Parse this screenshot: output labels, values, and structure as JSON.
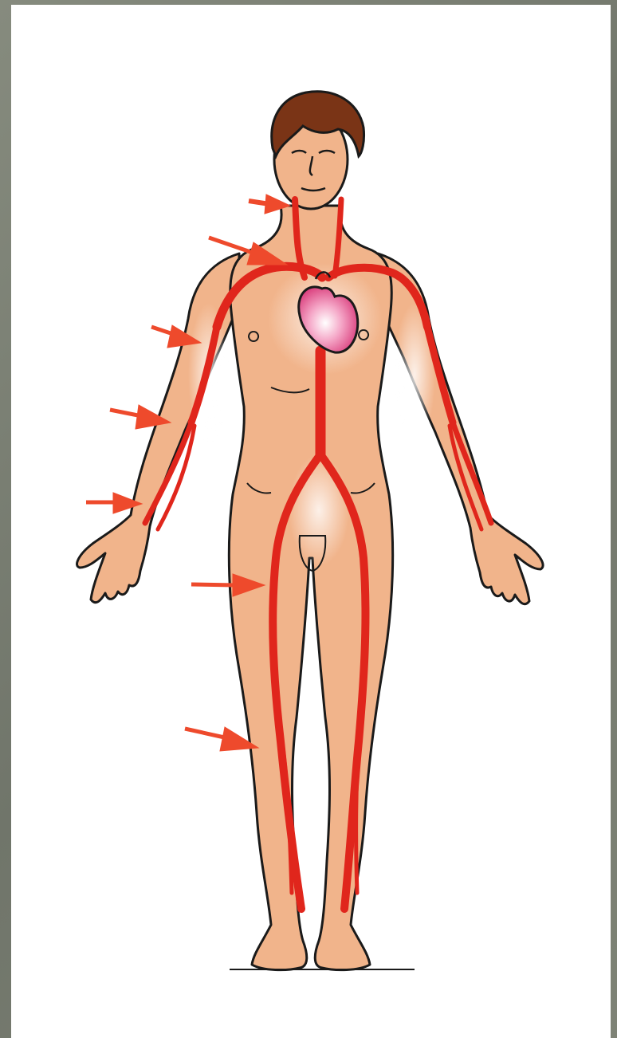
{
  "diagram": {
    "subject": "arterial-system",
    "colors": {
      "frame": "#7a7f72",
      "paper": "#ffffff",
      "skin": "#f1b48b",
      "skin_shadow": "#e59f74",
      "hair": "#7a3416",
      "artery": "#e0261c",
      "heart": "#e0508a",
      "arrow": "#ee4a2c",
      "outline": "#1a1a1a"
    },
    "pointer_arrows": [
      {
        "target": "carotid-artery"
      },
      {
        "target": "aortic-arch"
      },
      {
        "target": "brachial-artery"
      },
      {
        "target": "forearm-artery-upper"
      },
      {
        "target": "wrist-artery"
      },
      {
        "target": "femoral-artery"
      },
      {
        "target": "popliteal-artery"
      }
    ]
  }
}
